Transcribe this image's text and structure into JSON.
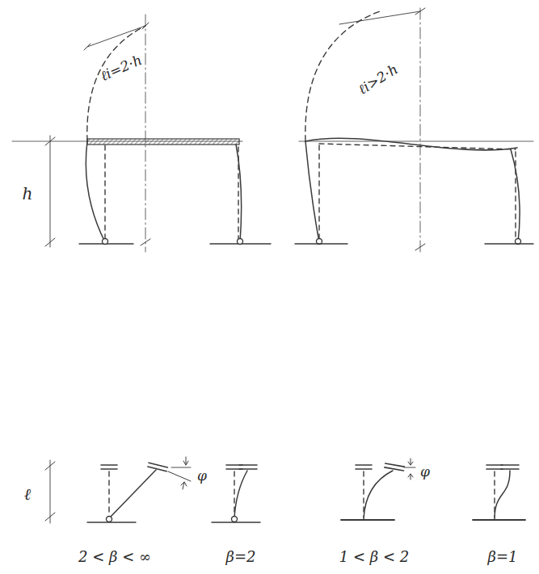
{
  "diagram": {
    "labels": [
      "ℓi=2·h",
      "h",
      "ℓi>2·h",
      "ℓ",
      "φ",
      "2 < β < ∞",
      "β=2",
      "φ",
      "1 < β < 2",
      "β=1"
    ]
  }
}
